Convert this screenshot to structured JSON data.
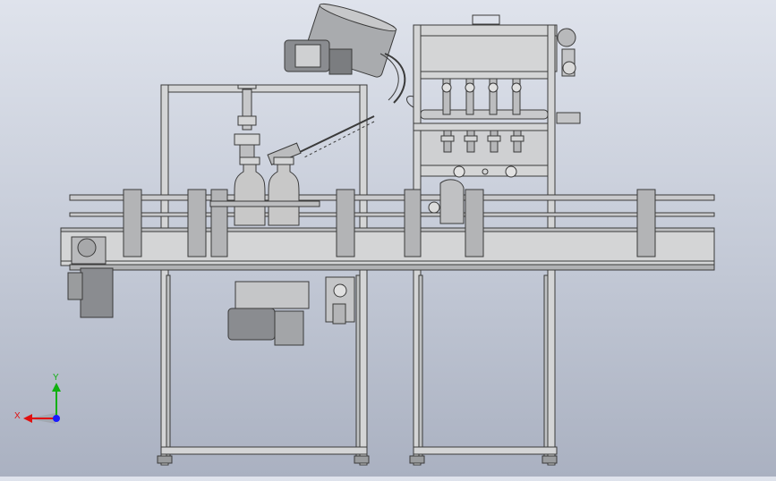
{
  "triad": {
    "x_label": "X",
    "y_label": "Y",
    "x_color": "#e01010",
    "y_color": "#10b010",
    "z_color": "#1a1aff"
  },
  "colors": {
    "frame_fill": "#d4d5d6",
    "frame_stroke": "#3a3a3a",
    "bottle_fill": "#c8c8c8",
    "motor_fill": "#8a8c90"
  },
  "components": [
    "filling-machine-frame",
    "conveyor",
    "cap-hopper",
    "filling-manifold",
    "nozzles",
    "bottles",
    "motors",
    "pneumatic-regulator"
  ]
}
